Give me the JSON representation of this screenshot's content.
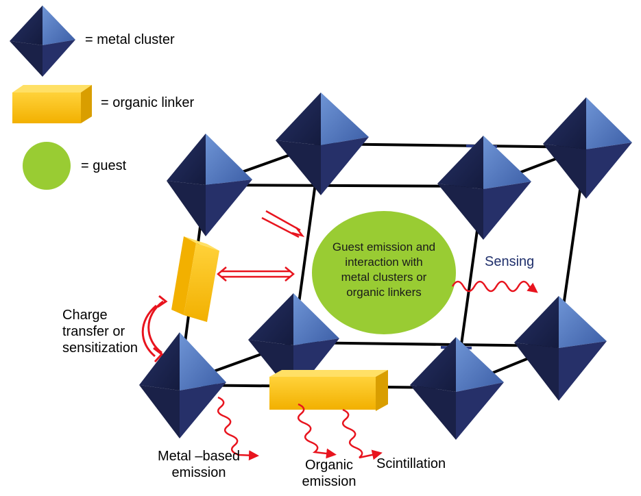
{
  "legend": {
    "metal_cluster": "= metal cluster",
    "organic_linker": "= organic linker",
    "guest": "= guest"
  },
  "guest_text": {
    "line1": "Guest emission and",
    "line2": "interaction with",
    "line3": "metal clusters or",
    "line4": "organic linkers"
  },
  "labels": {
    "sensing": "Sensing",
    "charge_line1": "Charge",
    "charge_line2": "transfer or",
    "charge_line3": "sensitization",
    "metal_line1": "Metal –based",
    "metal_line2": "emission",
    "organic_line1": "Organic",
    "organic_line2": "emission",
    "scintillation": "Scintillation"
  },
  "colors": {
    "cluster_light": "#4a73b8",
    "cluster_dark": "#1b2550",
    "linker": "#ffc000",
    "guest": "#99cc33",
    "arrow": "#e8141e",
    "edge": "#000000"
  }
}
